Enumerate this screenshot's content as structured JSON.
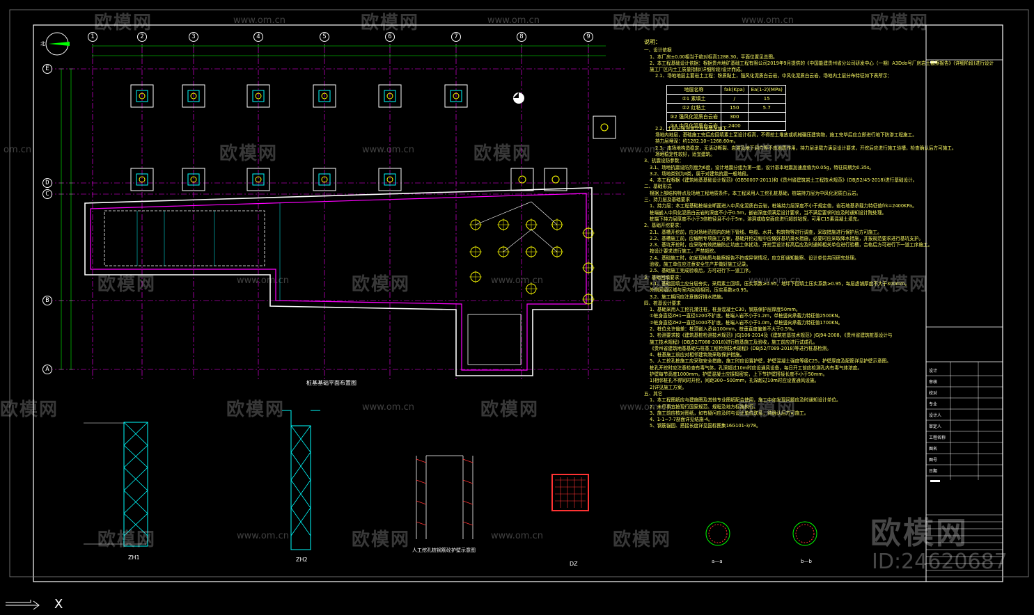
{
  "watermark": {
    "brand": "欧模网",
    "site": "www.om.cn",
    "site_short": "om.cn",
    "id": "ID:24620687"
  },
  "plan": {
    "title": "桩基基础平面布置图",
    "axes_numbers": [
      "1",
      "2",
      "3",
      "4",
      "5",
      "6",
      "7",
      "8",
      "9"
    ],
    "axes_letters": [
      "E",
      "D",
      "C",
      "B",
      "A"
    ],
    "pile_labels": [
      "ZH1",
      "ZH2"
    ],
    "north_mark": "北"
  },
  "details": {
    "zh1": "ZH1",
    "zh2": "ZH2",
    "wall": "人工挖孔桩钢筋砼护壁示意图",
    "dz": "DZ",
    "sec_a": "a—a",
    "sec_b": "b—b"
  },
  "notes": {
    "heading": "说明：",
    "lines": [
      {
        "t": "一、设计依据",
        "c": "hdr"
      },
      {
        "t": "1、本厂房±0.00相当于绝对标高1288.30，平面位置见总图。",
        "c": "ind1"
      },
      {
        "t": "2、本工程基础设计依据：根据贵州地矿基础工程有限公司2019年9月提供的《中国能建贵州省分公司研发中心（一期）A3Ddo号厂房岩土勘察报告》(详细阶段)进行设计",
        "c": "ind1"
      },
      {
        "t": "施工厂区内土工质量指标(详细阶段)设计而成。",
        "c": "ind1"
      },
      {
        "t": "2.1、场地地层主要岩土工程：粉质黏土，强风化泥质白云岩，中风化泥质白云岩，场地内土层分布特征如下表所示：",
        "c": "ind2"
      },
      {
        "t": "",
        "c": "table"
      },
      {
        "t": "2.2、土层分布与设计有关情况如下：",
        "c": "ind2"
      },
      {
        "t": "场地内地层，基础施工完后应回填素土至设计标高，不得挖土堆放或机械碾压建筑物，施工完毕后应立即进行地下防渗工程施工。",
        "c": "ind2"
      },
      {
        "t": "持力层埋深：约1282.10~1268.60m。",
        "c": "ind2"
      },
      {
        "t": "2.3、本场地构造稳定，无活动断裂、岩溶及地下洞穴等不良地质作用，持力层承载力满足设计要求，开挖后应进行施工验槽，检查确认后方可施工。",
        "c": "ind2"
      },
      {
        "t": "场地稳定性较好，适宜建筑。",
        "c": "ind2"
      },
      {
        "t": "3、抗震设防参数：",
        "c": "hdr"
      },
      {
        "t": "3.1、场地抗震设防烈度为6度，设计地震分组为第一组，设计基本地震加速度值为0.05g，特征周期为0.35s。",
        "c": "ind1"
      },
      {
        "t": "3.2、场地类别为Ⅱ类，属于对建筑抗震一般地段。",
        "c": "ind1"
      },
      {
        "t": "4、本工程根据《建筑地基基础设计规范》(GB50007-2011)和《贵州省建筑岩土工程技术规范》(DBJ52/45-2018)进行基础设计。",
        "c": "ind1"
      },
      {
        "t": "二、基础形式",
        "c": "hdr"
      },
      {
        "t": "根据上部结构特点及场地工程地质条件，本工程采用人工挖孔桩基础，桩端持力层为中风化泥质白云岩。",
        "c": "ind1"
      },
      {
        "t": "三、持力层及基础要求",
        "c": "hdr"
      },
      {
        "t": "1、持力层：本工程基础桩端全断面进入中风化泥质白云岩，桩端持力层深度不小于规定值，岩石地基承载力特征值frk=2400KPa。",
        "c": "ind1"
      },
      {
        "t": "桩端嵌入中风化泥质白云岩的深度不小于0.5m，嵌岩深度须满足设计要求，当不满足要求时应及时通知设计院处理。",
        "c": "ind1"
      },
      {
        "t": "桩端下持力层厚度不小于3倍桩径且不小于5m，溶洞或临空面应进行超前钻探，可用C15素混凝土填充。",
        "c": "ind1"
      },
      {
        "t": "2、基础开挖要求：",
        "c": "hdr"
      },
      {
        "t": "2.1、基槽开挖前，应对场地范围内的地下管线、电缆、水井、构筑物等进行调查，采取措施进行保护后方可施工。",
        "c": "ind1"
      },
      {
        "t": "2.2、基槽施工前，应编制专项施工方案，基础开挖过程中应做好基坑排水措施，必要时应采取降水措施，并按规范要求进行基坑支护。",
        "c": "ind1"
      },
      {
        "t": "2.3、基坑开挖时，应采取有效措施防止坑底土体扰动，开挖至设计标高后应及时通知相关单位进行验槽，合格后方可进行下一道工序施工。",
        "c": "ind1"
      },
      {
        "t": "按设计要求进行施工，严禁超挖。",
        "c": "ind1"
      },
      {
        "t": "2.4、基础施工时，如发现地质与勘察报告不符或异常情况，应立即通知勘察、设计单位共同研究处理。",
        "c": "ind1"
      },
      {
        "t": "验收，施工单位应注意安全生产并做好施工记录。",
        "c": "ind1"
      },
      {
        "t": "2.5、基础施工完成验收后，方可进行下一道工序。",
        "c": "ind1"
      },
      {
        "t": "3、基础回填要求：",
        "c": "hdr"
      },
      {
        "t": "3.1、基础回填土应分层夯实，采用素土回填，压实系数≥0.95，地坪下回填土压实系数≥0.95，每层虚铺厚度不大于300mm。",
        "c": "ind1"
      },
      {
        "t": "外侧回填区域与室内回填相同，压实系数≥0.95。",
        "c": "ind1"
      },
      {
        "t": "3.2、施工期间应注意做好排水措施。",
        "c": "ind1"
      },
      {
        "t": "四、桩基设计要求",
        "c": "hdr"
      },
      {
        "t": "1、基础采用人工挖孔灌注桩，桩身混凝土C30，钢筋保护层厚度50mm。",
        "c": "ind1"
      },
      {
        "t": "①桩身直径ZH1一直径1200不扩底，桩端入岩不小于1.2m，单桩竖向承载力特征值2500KN。",
        "c": "ind1"
      },
      {
        "t": "②桩身直径ZH2一直径1000不扩底，桩端入岩不小于1.0m，单桩竖向承载力特征值1700KN。",
        "c": "ind1"
      },
      {
        "t": "2、桩位允许偏差：桩顶嵌入承台100mm，桩垂直度偏差不大于0.5%。",
        "c": "ind1"
      },
      {
        "t": "3、检测要求按《建筑基桩检测技术规范》JGJ106-2014及《建筑桩基技术规范》JGJ94-2008，《贵州省建筑桩基设计与",
        "c": "ind1"
      },
      {
        "t": "施工技术规程》(DBJ52/T088-2018)进行桩基施工及验收，施工前应进行试成孔。",
        "c": "ind1"
      },
      {
        "t": "《贵州省建筑地基基础与桩基工程检测技术规程》(DBJ52/T089-2018)等进行桩基检测。",
        "c": "ind1"
      },
      {
        "t": "4、桩基施工前应对相邻建筑物采取保护措施。",
        "c": "ind1"
      },
      {
        "t": "5、人工挖孔桩施工应采取安全措施，施工时应设置护壁，护壁混凝土强度等级C25，护壁厚度及配筋详见护壁示意图。",
        "c": "ind1"
      },
      {
        "t": "桩孔开挖时应注意检查有毒气体，孔深超过10m时应设通风设备，每日开工前应检测孔内有毒气体浓度。",
        "c": "ind1"
      },
      {
        "t": "护壁每节高度1000mm，护壁混凝土应振捣密实，上下节护壁搭接长度不小于50mm。",
        "c": "ind1"
      },
      {
        "t": "1)相邻桩孔不得同时开挖，间距300~500mm，孔深超过10m时应设置通风设施。",
        "c": "ind1"
      },
      {
        "t": "2)详见施工方案。",
        "c": "ind1"
      },
      {
        "t": "五、其它",
        "c": "hdr"
      },
      {
        "t": "1、本工程图纸应与建施图及其他专业图纸配合使用，施工中如发现问题应及时通知设计单位。",
        "c": "ind1"
      },
      {
        "t": "2、未尽事宜按现行国家规范、规程及地方标准执行。",
        "c": "ind1"
      },
      {
        "t": "3、施工前应核对图纸，如有疑问应及时与设计单位联系，待确认后方可施工。",
        "c": "ind1"
      },
      {
        "t": "4、1-1~7-7剖面详见结施-4。",
        "c": "ind1"
      },
      {
        "t": "5、钢筋锚固、搭接长度详见国标图集16G101-3/78。",
        "c": "ind1"
      }
    ]
  },
  "soil_table": {
    "headers": [
      "地层名称",
      "fak(Kpa)",
      "Ea(1-2)(MPa)"
    ],
    "rows": [
      [
        "②1 素填土",
        "/",
        "15"
      ],
      [
        "②2 红粘土",
        "150",
        "5.7"
      ],
      [
        "③2 强风化泥质白云岩",
        "300",
        ""
      ],
      [
        "③3 中风化泥质白云岩",
        "2400",
        ""
      ]
    ]
  },
  "title_block": {
    "rows": [
      "设计",
      "审核",
      "校对",
      "专业",
      "设计人",
      "审定人",
      "工程名称",
      "图名",
      "图号",
      "日期"
    ]
  },
  "cmd": {
    "axis_x": "X"
  }
}
